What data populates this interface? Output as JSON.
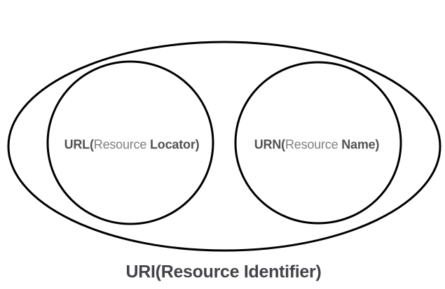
{
  "diagram": {
    "title": "URI(Resource Identifier)",
    "url_circle": {
      "full_label": "URL(Resource Locator)",
      "segments": [
        {
          "text": "URL(",
          "bold": true
        },
        {
          "text": "Resource ",
          "bold": false
        },
        {
          "text": "Locator)",
          "bold": true
        }
      ]
    },
    "urn_circle": {
      "full_label": "URN(Resource Name)",
      "segments": [
        {
          "text": "URN(",
          "bold": true
        },
        {
          "text": "Resource ",
          "bold": false
        },
        {
          "text": "Name)",
          "bold": true
        }
      ]
    },
    "colors": {
      "stroke": "#000000",
      "label_bold": "#515254",
      "label_regular": "#7d7f82",
      "title": "#434447",
      "background": "#ffffff"
    }
  }
}
